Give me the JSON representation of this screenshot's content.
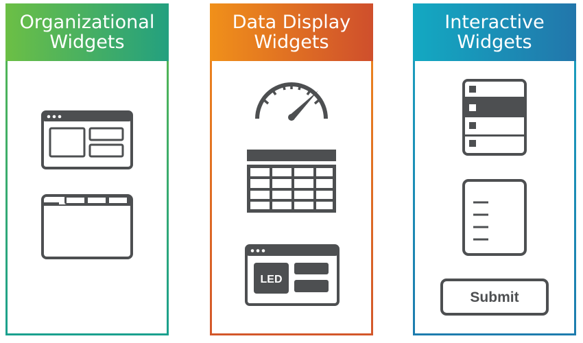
{
  "columns": [
    {
      "title_line1": "Organizational",
      "title_line2": "Widgets",
      "icons": [
        "panel-layout-icon",
        "tabbed-window-icon"
      ]
    },
    {
      "title_line1": "Data Display",
      "title_line2": "Widgets",
      "icons": [
        "gauge-icon",
        "data-table-icon",
        "led-display-icon"
      ],
      "led_label": "LED"
    },
    {
      "title_line1": "Interactive",
      "title_line2": "Widgets",
      "icons": [
        "list-selector-icon",
        "text-list-icon",
        "submit-button-icon"
      ],
      "submit_label": "Submit"
    }
  ],
  "colors": {
    "org_gradient": [
      "#6cbf45",
      "#23a07f"
    ],
    "data_gradient": [
      "#f0901a",
      "#cf4f2c"
    ],
    "interactive_gradient": [
      "#13a9c2",
      "#2276ab"
    ],
    "icon": "#4d4f51"
  }
}
